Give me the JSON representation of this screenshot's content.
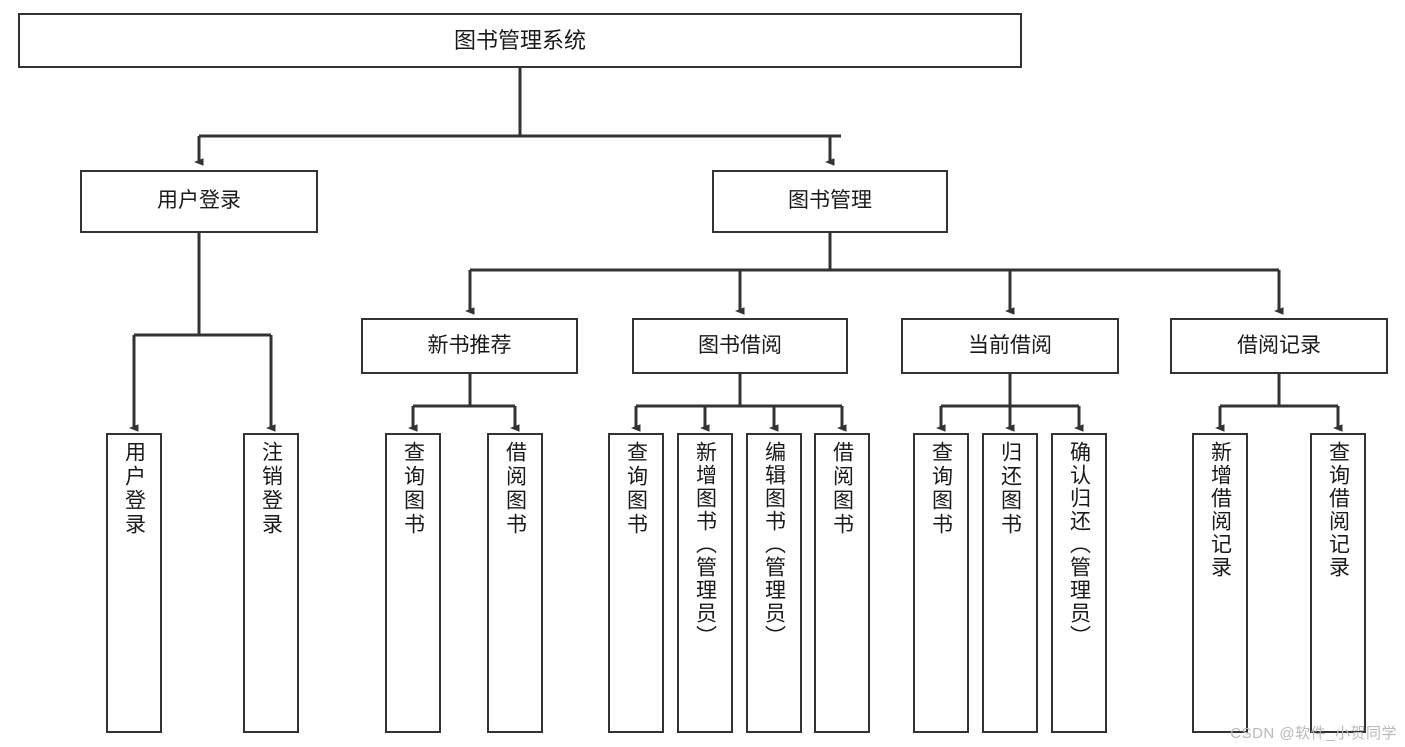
{
  "diagram": {
    "title": "图书管理系统",
    "watermark": "CSDN @软件_小贺同学",
    "stroke_color": "#333333",
    "background_color": "#ffffff",
    "text_color": "#1a1a1a",
    "watermark_color": "#b9b9b9",
    "type": "tree-hierarchy-diagram",
    "levels": 4
  },
  "nodes": {
    "root": {
      "label": "图书管理系统"
    },
    "level2": [
      {
        "id": "user-login",
        "label": "用户登录"
      },
      {
        "id": "book-management",
        "label": "图书管理"
      }
    ],
    "level3": [
      {
        "id": "new-book-recommend",
        "label": "新书推荐"
      },
      {
        "id": "book-borrow",
        "label": "图书借阅"
      },
      {
        "id": "current-borrow",
        "label": "当前借阅"
      },
      {
        "id": "borrow-record",
        "label": "借阅记录"
      }
    ],
    "leaves": [
      {
        "id": "leaf-user-login",
        "label": "用户登录"
      },
      {
        "id": "leaf-logout-login",
        "label": "注销登录"
      },
      {
        "id": "leaf-query-book-1",
        "label": "查询图书"
      },
      {
        "id": "leaf-borrow-book-1",
        "label": "借阅图书"
      },
      {
        "id": "leaf-query-book-2",
        "label": "查询图书"
      },
      {
        "id": "leaf-add-book-admin",
        "label": "新增图书（管理员）"
      },
      {
        "id": "leaf-edit-book-admin",
        "label": "编辑图书（管理员）"
      },
      {
        "id": "leaf-borrow-book-2",
        "label": "借阅图书"
      },
      {
        "id": "leaf-query-book-3",
        "label": "查询图书"
      },
      {
        "id": "leaf-return-book",
        "label": "归还图书"
      },
      {
        "id": "leaf-confirm-return-admin",
        "label": "确认归还（管理员）"
      },
      {
        "id": "leaf-add-borrow-record",
        "label": "新增借阅记录"
      },
      {
        "id": "leaf-query-borrow-record",
        "label": "查询借阅记录"
      }
    ]
  },
  "edges": [
    {
      "from": "root",
      "to": "user-login"
    },
    {
      "from": "root",
      "to": "book-management"
    },
    {
      "from": "user-login",
      "to": "leaf-user-login"
    },
    {
      "from": "user-login",
      "to": "leaf-logout-login"
    },
    {
      "from": "book-management",
      "to": "new-book-recommend"
    },
    {
      "from": "book-management",
      "to": "book-borrow"
    },
    {
      "from": "book-management",
      "to": "current-borrow"
    },
    {
      "from": "book-management",
      "to": "borrow-record"
    },
    {
      "from": "new-book-recommend",
      "to": "leaf-query-book-1"
    },
    {
      "from": "new-book-recommend",
      "to": "leaf-borrow-book-1"
    },
    {
      "from": "book-borrow",
      "to": "leaf-query-book-2"
    },
    {
      "from": "book-borrow",
      "to": "leaf-add-book-admin"
    },
    {
      "from": "book-borrow",
      "to": "leaf-edit-book-admin"
    },
    {
      "from": "book-borrow",
      "to": "leaf-borrow-book-2"
    },
    {
      "from": "current-borrow",
      "to": "leaf-query-book-3"
    },
    {
      "from": "current-borrow",
      "to": "leaf-return-book"
    },
    {
      "from": "current-borrow",
      "to": "leaf-confirm-return-admin"
    },
    {
      "from": "borrow-record",
      "to": "leaf-add-borrow-record"
    },
    {
      "from": "borrow-record",
      "to": "leaf-query-borrow-record"
    }
  ]
}
